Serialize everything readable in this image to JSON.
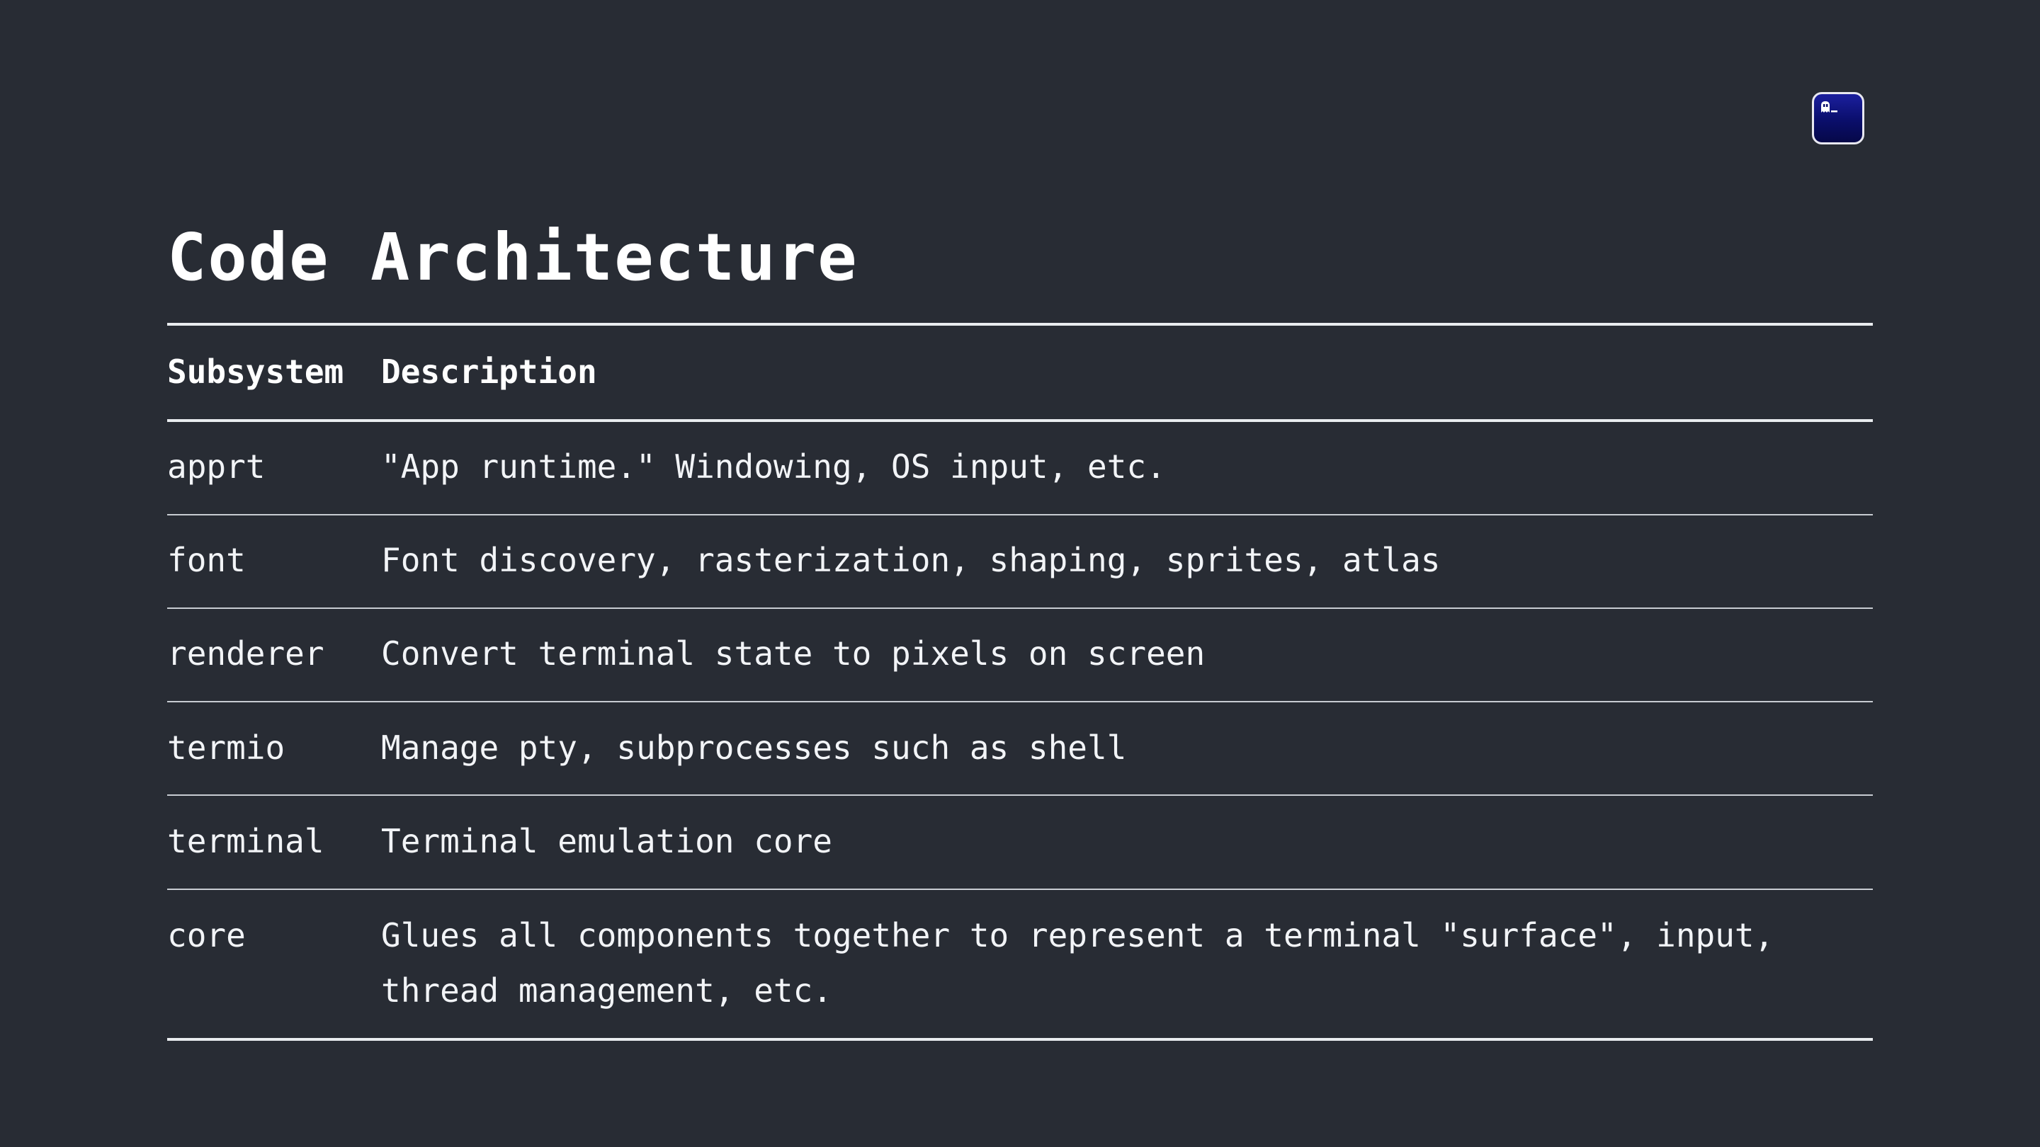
{
  "slide": {
    "title": "Code Architecture",
    "logo_icon": "ghostty-terminal-ghost-icon"
  },
  "table": {
    "headers": [
      "Subsystem",
      "Description"
    ],
    "rows": [
      {
        "subsystem": "apprt",
        "description": "\"App runtime.\" Windowing, OS input, etc."
      },
      {
        "subsystem": "font",
        "description": "Font discovery, rasterization, shaping, sprites, atlas"
      },
      {
        "subsystem": "renderer",
        "description": "Convert terminal state to pixels on screen"
      },
      {
        "subsystem": "termio",
        "description": "Manage pty, subprocesses such as shell"
      },
      {
        "subsystem": "terminal",
        "description": "Terminal emulation core"
      },
      {
        "subsystem": "core",
        "description": "Glues all components together to represent a terminal \"surface\", input, thread management, etc."
      }
    ]
  },
  "colors": {
    "background": "#282c34",
    "text": "#ffffff",
    "rule": "#e9ecef",
    "logo_fill": "#0a0e6b"
  }
}
